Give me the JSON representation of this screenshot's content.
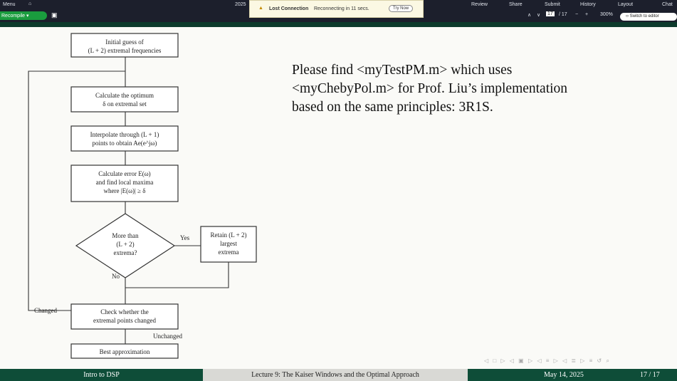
{
  "toolbar": {
    "menu": "Menu",
    "year": "2025",
    "recompile": "Recompile",
    "review": "Review",
    "share": "Share",
    "submit": "Submit",
    "history": "History",
    "layout": "Layout",
    "chat": "Chat",
    "page_current": "17",
    "page_total": "/ 17",
    "zoom": "300%",
    "switch_editor": "Switch to editor"
  },
  "toast": {
    "title": "Lost Connection",
    "message": "Reconnecting in 11 secs.",
    "button": "Try Now"
  },
  "flowchart": {
    "initial": [
      "Initial guess of",
      "(L + 2) extremal frequencies"
    ],
    "optimum": [
      "Calculate the optimum",
      "δ on extremal set"
    ],
    "interpolate": [
      "Interpolate through (L + 1)",
      "points to obtain Ae(e^jω)"
    ],
    "error": [
      "Calculate error E(ω)",
      "and find local maxima",
      "where |E(ω)| ≥ δ"
    ],
    "decision": [
      "More than",
      "(L + 2)",
      "extrema?"
    ],
    "retain": [
      "Retain (L + 2)",
      "largest",
      "extrema"
    ],
    "check": [
      "Check whether the",
      "extremal points changed"
    ],
    "best": "Best approximation",
    "yes": "Yes",
    "no": "No",
    "changed": "Changed",
    "unchanged": "Unchanged"
  },
  "slide": {
    "text": [
      "Please find <myTestPM.m> which uses",
      "<myChebyPol.m> for Prof. Liu’s implementation",
      "based on the same principles: 3R1S."
    ]
  },
  "footer": {
    "left": "Intro to DSP",
    "center": "Lecture 9: The Kaiser Windows and the Optimal Approach",
    "date": "May 14, 2025",
    "page": "17 / 17"
  }
}
